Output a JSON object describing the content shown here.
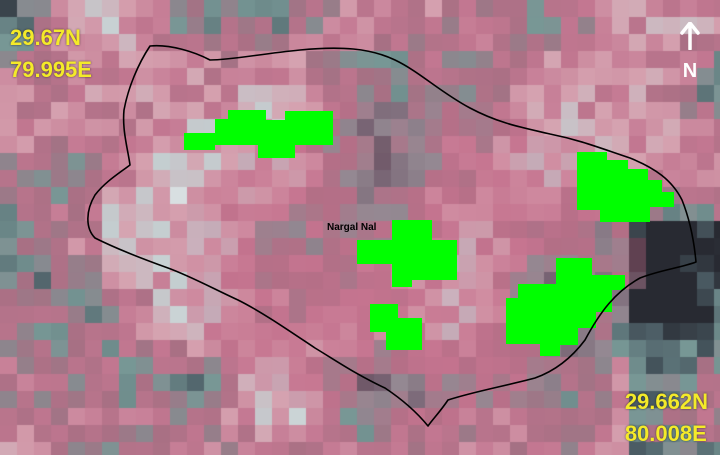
{
  "map": {
    "coord_top_left": {
      "lat": "29.67N",
      "lon": "79.995E"
    },
    "coord_bottom_right": {
      "lat": "29.662N",
      "lon": "80.008E"
    },
    "north_label": "N",
    "place_label": "Nargal Nal",
    "colors": {
      "coord_text": "#f4ea29",
      "highlight": "#00ff00",
      "boundary": "#000000",
      "north_arrow": "#ffffff"
    },
    "icons": [
      "north-arrow-icon"
    ]
  }
}
